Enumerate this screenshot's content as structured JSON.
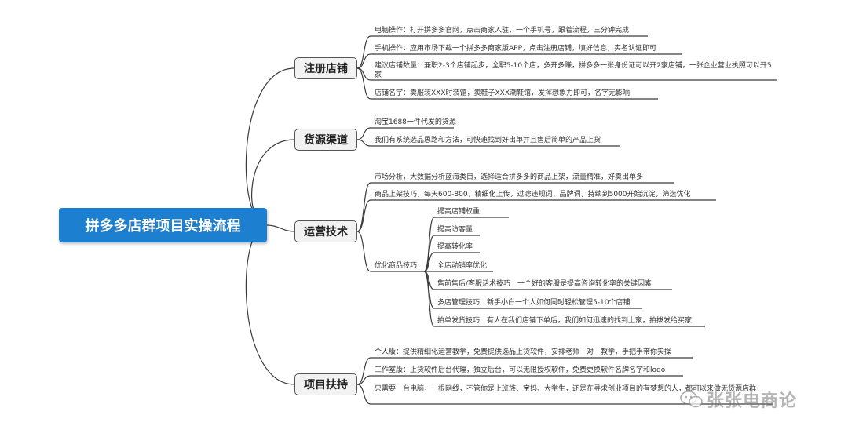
{
  "root": "拼多多店群项目实操流程",
  "branches": [
    {
      "label": "注册店铺",
      "items": [
        "电脑操作：打开拼多多官网，点击商家入驻，一个手机号，跟着流程，三分钟完成",
        "手机操作：应用市场下载一个拼多多商家版APP，点击注册店铺，填好信息，实名认证即可",
        "建议店铺数量：兼职2-3个店铺起步，全职5-10个店，多开多赚，拼多多一张身份证可以开2家店铺，一张企业营业执照可以开5家",
        "店铺名字：卖服装XXX时装馆，卖鞋子XXX潮鞋馆，发挥想象力即可，名字无影响"
      ]
    },
    {
      "label": "货源渠道",
      "items": [
        "淘宝1688一件代发的货源",
        "我们有系统选品思路和方法，可快速找到好出单并且售后简单的产品上货"
      ]
    },
    {
      "label": "运营技术",
      "items": [
        "市场分析，大数据分析蓝海类目，选择适合拼多多的商品上架，流量精准，好卖出单多",
        "商品上架技巧，每天600-800，精细化上传，过滤违规词、品牌词，持续到5000开始沉淀，筛选优化"
      ],
      "sub_label": "优化商品技巧",
      "sub_items": [
        "提高店铺权重",
        "提高访客量",
        "提高转化率",
        "全店动销率优化",
        "售前售后/客服话术技巧　一个好的客服是提高咨询转化率的关键因素",
        "多店管理技巧　新手小白一个人如何同时轻松管理5-10个店铺",
        "拍单发货技巧　有人在我们店铺下单后，我们如何迅速的找到上家，拍拨发给买家"
      ]
    },
    {
      "label": "项目扶持",
      "items": [
        "个人版：提供精细化运营教学，免费提供选品上货软件，安排老师一对一教学，手把手带你实操",
        "工作室版：上货软件后台代理，独立后台，可以无限授权软件，免费更换软件名牌名字和logo",
        "只需要一台电脑，一根网线，不管你是上班族、宝妈、大学生，还是在寻求创业项目的有梦想的人，都可以来做无货源店群"
      ]
    }
  ],
  "watermark": "张张电商论",
  "colors": {
    "root_bg": "#1d7fd0",
    "line": "#333333"
  }
}
